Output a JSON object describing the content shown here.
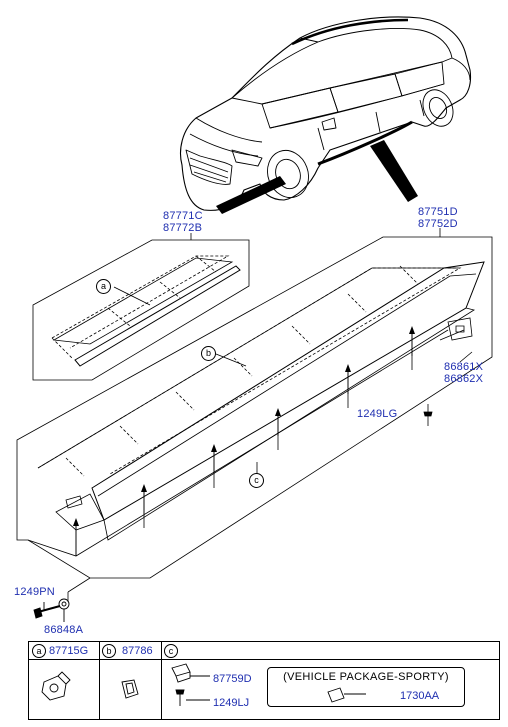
{
  "callouts": {
    "a": "a",
    "b": "b",
    "c": "c"
  },
  "part_numbers": {
    "moulding_front_1": "87771C",
    "moulding_front_2": "87772B",
    "side_sill_1": "87751D",
    "side_sill_2": "87752D",
    "bracket_1": "86861X",
    "bracket_2": "86862X",
    "screw_right": "1249LG",
    "screw_left": "1249PN",
    "grommet": "86848A"
  },
  "legend": {
    "a_part": "87715G",
    "b_part": "87786",
    "c_clip": "87759D",
    "c_screw": "1249LJ",
    "package_title": "(VEHICLE PACKAGE-SPORTY)",
    "package_part": "1730AA"
  },
  "colors": {
    "part_number_text": "#1f2fb0",
    "line_art": "#000000",
    "background": "#ffffff"
  }
}
